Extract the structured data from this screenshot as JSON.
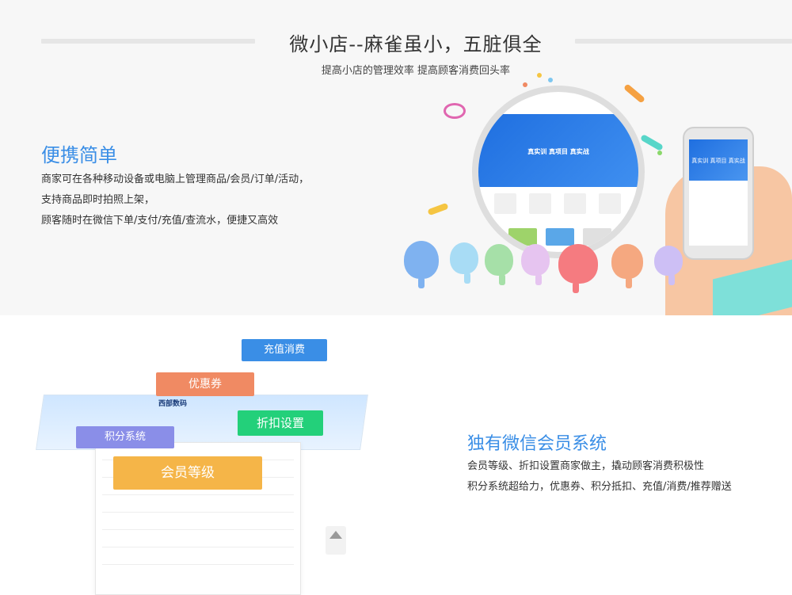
{
  "header": {
    "title": "微小店--麻雀虽小，五脏俱全",
    "subtitle": "提高小店的管理效率 提高顾客消费回头率"
  },
  "feature1": {
    "title": "便携简单",
    "lines": [
      "商家可在各种移动设备或电脑上管理商品/会员/订单/活动，",
      "支持商品即时拍照上架，",
      "顾客随时在微信下单/支付/充值/查流水，便捷又高效"
    ],
    "illustration_text": "真实训 真项目 真实战"
  },
  "feature2": {
    "tags": {
      "recharge": "充值消费",
      "coupon": "优惠券",
      "discount": "折扣设置",
      "points": "积分系统",
      "level": "会员等级"
    },
    "brand": "西部数码",
    "title": "独有微信会员系统",
    "lines": [
      "会员等级、折扣设置商家做主，撬动顾客消费积极性",
      "积分系统超给力，优惠券、积分抵扣、充值/消费/推荐赠送"
    ]
  },
  "colors": {
    "accent_blue": "#3a8ee6",
    "tag_recharge": "#3a8ee6",
    "tag_coupon": "#f08a63",
    "tag_discount": "#23d07a",
    "tag_points": "#8a8ee8",
    "tag_level": "#f5b548"
  }
}
